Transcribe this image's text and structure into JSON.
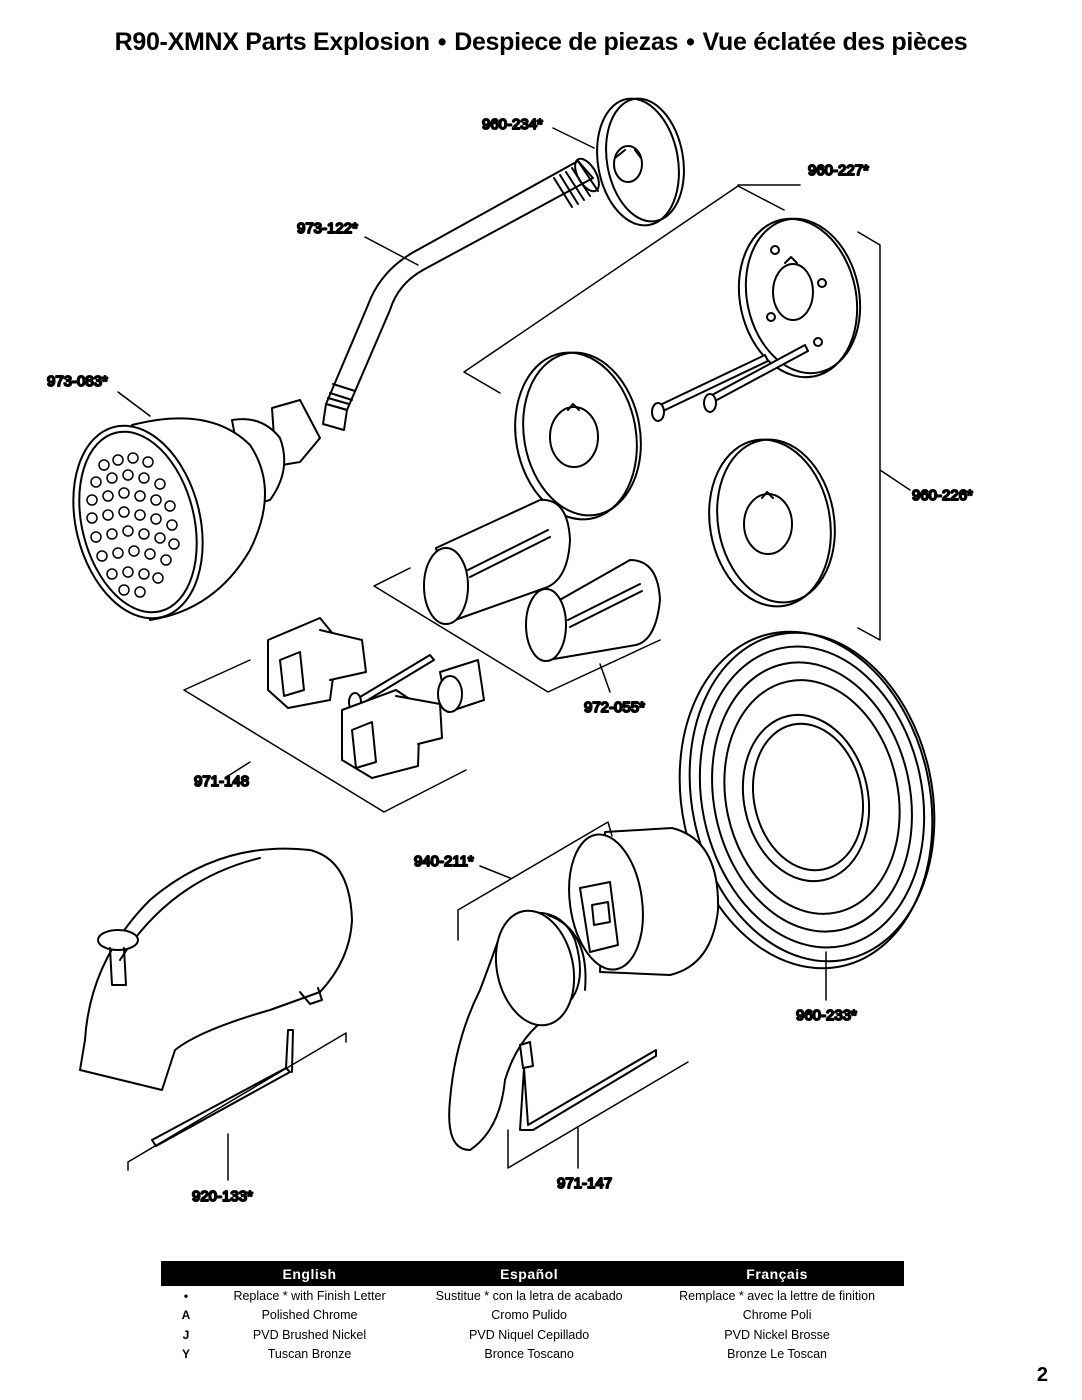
{
  "title": {
    "model": "R90-XMNX",
    "english": "Parts Explosion",
    "spanish": "Despiece de piezas",
    "french": "Vue éclatée des pièces",
    "separator": "•"
  },
  "parts": [
    {
      "id": "p-960-234",
      "number": "960-234*"
    },
    {
      "id": "p-960-227",
      "number": "960-227*"
    },
    {
      "id": "p-973-122",
      "number": "973-122*"
    },
    {
      "id": "p-973-083",
      "number": "973-083*"
    },
    {
      "id": "p-960-226",
      "number": "960-226*"
    },
    {
      "id": "p-972-055",
      "number": "972-055*"
    },
    {
      "id": "p-971-148",
      "number": "971-148"
    },
    {
      "id": "p-940-211",
      "number": "940-211*"
    },
    {
      "id": "p-960-233",
      "number": "960-233*"
    },
    {
      "id": "p-920-133",
      "number": "920-133*"
    },
    {
      "id": "p-971-147",
      "number": "971-147"
    }
  ],
  "legend": {
    "headers": [
      "English",
      "Español",
      "Français"
    ],
    "rows": [
      {
        "code": "•",
        "en": "Replace * with Finish Letter",
        "es": "Sustitue * con la letra de acabado",
        "fr": "Remplace * avec la lettre de finition"
      },
      {
        "code": "A",
        "en": "Polished Chrome",
        "es": "Cromo Pulido",
        "fr": "Chrome Poli"
      },
      {
        "code": "J",
        "en": "PVD Brushed Nickel",
        "es": "PVD Niquel Cepillado",
        "fr": "PVD Nickel Brosse"
      },
      {
        "code": "Y",
        "en": "Tuscan Bronze",
        "es": "Bronce Toscano",
        "fr": "Bronze Le Toscan"
      }
    ]
  },
  "page_number": "2"
}
